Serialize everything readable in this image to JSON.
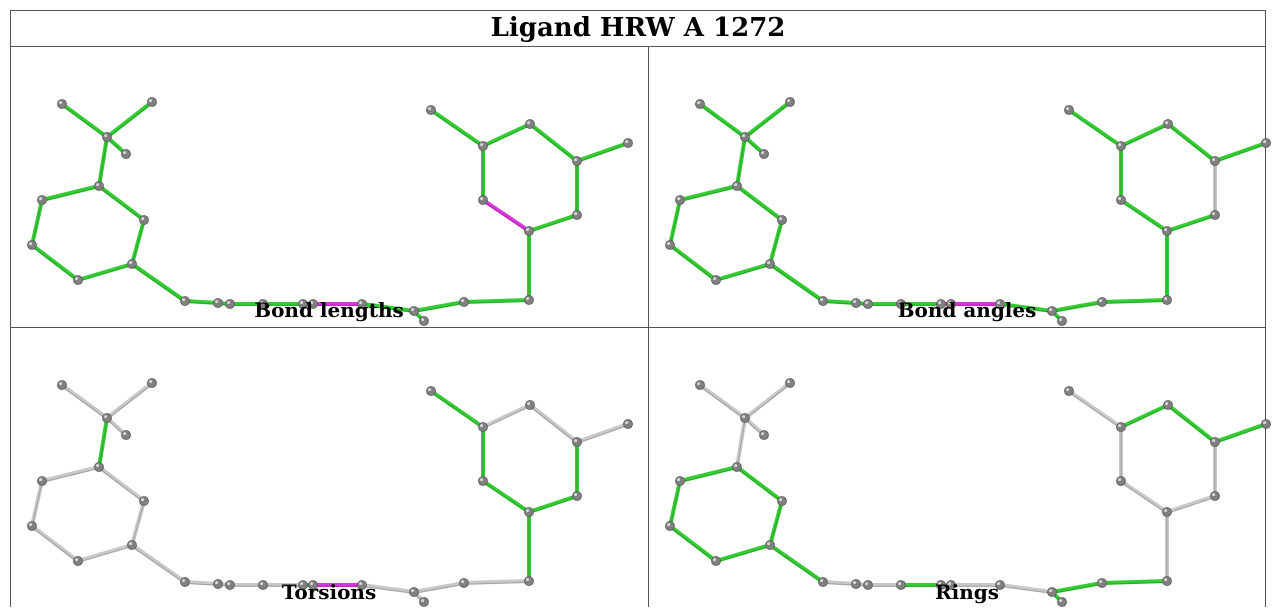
{
  "title": "Ligand HRW A 1272",
  "colors": {
    "ok": "#33cc33",
    "outlier": "#dd33dd",
    "neutral": "#c8c8c8",
    "atom": "#808080"
  },
  "panels": [
    {
      "caption": "Bond lengths",
      "bonds": [
        "ok",
        "ok",
        "ok",
        "ok",
        "ok",
        "ok",
        "ok",
        "ok",
        "ok",
        "ok",
        "ok",
        "ok",
        "ok",
        "ok",
        "ok",
        "ok",
        "outlier",
        "ok",
        "ok",
        "ok",
        "ok",
        "ok",
        "outlier",
        "ok",
        "ok",
        "ok",
        "ok",
        "ok",
        "ok",
        "ok",
        "ok",
        "ok"
      ]
    },
    {
      "caption": "Bond angles",
      "bonds": [
        "ok",
        "ok",
        "ok",
        "ok",
        "ok",
        "ok",
        "ok",
        "ok",
        "ok",
        "ok",
        "ok",
        "ok",
        "ok",
        "ok",
        "ok",
        "outlier",
        "outlier",
        "ok",
        "ok",
        "ok",
        "ok",
        "ok",
        "ok",
        "ok",
        "ok",
        "neutral",
        "ok",
        "ok",
        "ok",
        "ok",
        "ok",
        "ok"
      ]
    },
    {
      "caption": "Torsions",
      "bonds": [
        "neutral",
        "neutral",
        "neutral",
        "ok",
        "neutral",
        "neutral",
        "neutral",
        "neutral",
        "neutral",
        "neutral",
        "neutral",
        "neutral",
        "neutral",
        "neutral",
        "neutral",
        "ok",
        "outlier",
        "neutral",
        "neutral",
        "neutral",
        "neutral",
        "ok",
        "ok",
        "ok",
        "ok",
        "ok",
        "ok",
        "neutral",
        "neutral",
        "neutral",
        "neutral",
        "neutral"
      ]
    },
    {
      "caption": "Rings",
      "bonds": [
        "neutral",
        "neutral",
        "neutral",
        "neutral",
        "ok",
        "ok",
        "ok",
        "ok",
        "ok",
        "ok",
        "neutral",
        "neutral",
        "neutral",
        "neutral",
        "neutral",
        "neutral",
        "neutral",
        "neutral",
        "ok",
        "ok",
        "ok",
        "neutral",
        "neutral",
        "neutral",
        "neutral",
        "neutral",
        "neutral",
        "ok",
        "ok",
        "ok",
        "ok",
        "ok"
      ]
    }
  ]
}
